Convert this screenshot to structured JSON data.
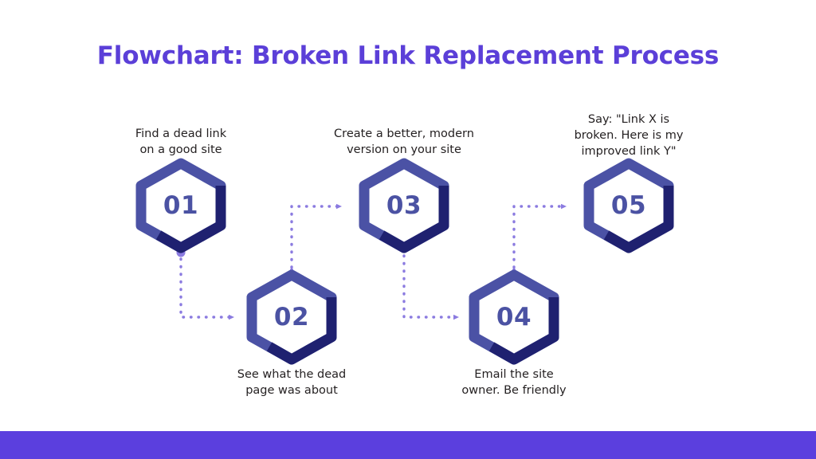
{
  "slide": {
    "title": "Flowchart: Broken Link Replacement Process",
    "background_color": "#ffffff",
    "title_color": "#5B3FD8",
    "accent_bar_color": "#5B3FDE",
    "connector_color": "#8B7BE0",
    "hex_light_color": "#4B52A5",
    "hex_dark_color": "#1F2170",
    "number_color": "#4B52A3",
    "label_color": "#231F20"
  },
  "steps": [
    {
      "number": "01",
      "label": "Find a dead link\non a good site",
      "label_line1": "Find a dead link",
      "label_line2": "on a good site",
      "label_position": "above"
    },
    {
      "number": "02",
      "label": "See what the dead\npage was about",
      "label_line1": "See what the dead",
      "label_line2": "page was about",
      "label_position": "below"
    },
    {
      "number": "03",
      "label": "Create a better, modern\nversion on your site",
      "label_line1": "Create a better, modern",
      "label_line2": "version on your site",
      "label_position": "above"
    },
    {
      "number": "04",
      "label": "Email the site\nowner. Be friendly",
      "label_line1": "Email the site",
      "label_line2": "owner. Be friendly",
      "label_position": "below"
    },
    {
      "number": "05",
      "label": "Say: \"Link X is\nbroken. Here is my\nimproved link Y\"",
      "label_line1": "Say: \"Link X is",
      "label_line2": "broken. Here is my",
      "label_line3": "improved link Y\"",
      "label_position": "above"
    }
  ]
}
